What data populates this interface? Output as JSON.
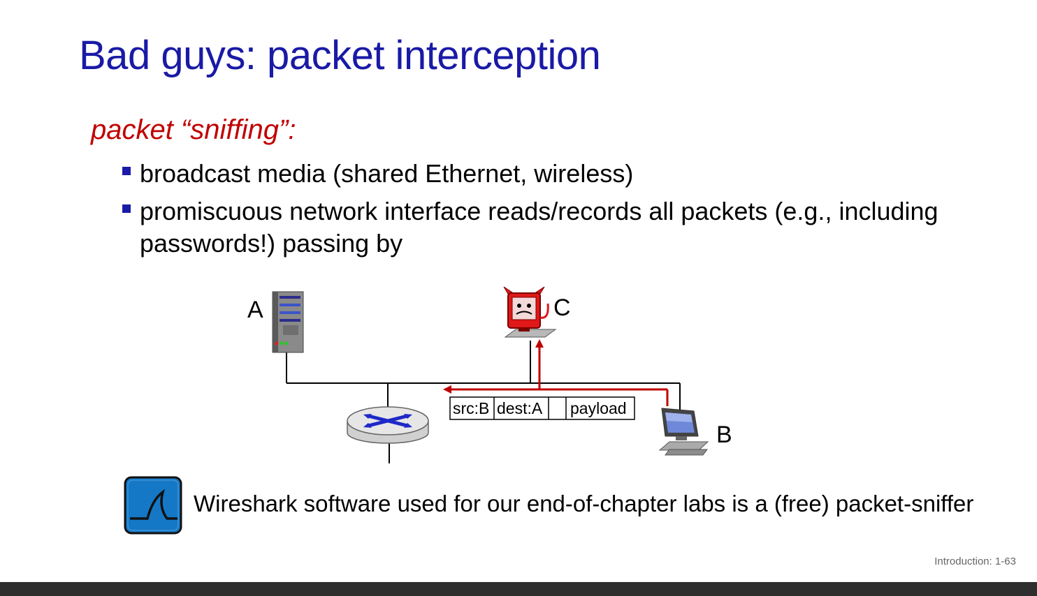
{
  "slide": {
    "title": "Bad guys: packet interception",
    "subtitle": "packet “sniffing”:",
    "bullets": [
      "broadcast media (shared Ethernet, wireless)",
      "promiscuous network interface reads/records all packets (e.g., including passwords!) passing by"
    ],
    "footer": "Introduction: 1-63"
  },
  "diagram": {
    "hosts": {
      "a_label": "A",
      "b_label": "B",
      "c_label": "C"
    },
    "packet": {
      "src": "src:B",
      "dest": "dest:A",
      "empty": "",
      "payload": "payload"
    },
    "colors": {
      "path": "#c00000",
      "router": "#1e28c8",
      "title": "#1a1aa6"
    }
  },
  "wireshark": {
    "text": "Wireshark software used for our end-of-chapter labs is a (free) packet-sniffer",
    "icon": "wireshark-icon"
  }
}
